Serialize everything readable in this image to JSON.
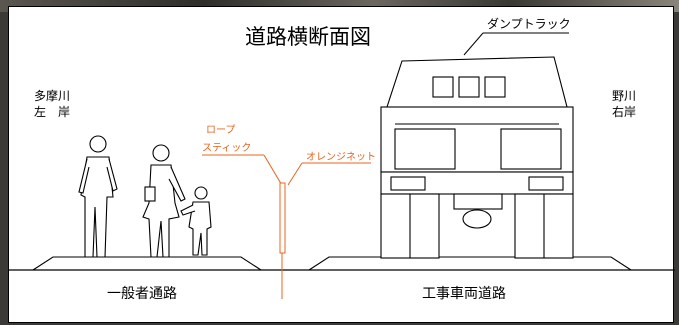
{
  "title": "道路横断面図",
  "labels": {
    "truck": "ダンプトラック",
    "left_bank_line1": "多摩川",
    "left_bank_line2": "左　岸",
    "right_bank_line1": "野川",
    "right_bank_line2": "右岸",
    "rope_line1": "ロープ",
    "rope_line2": "スティック",
    "orange_net": "オレンジネット",
    "pedestrian_road": "一般者通路",
    "construction_road": "工事車両道路"
  },
  "colors": {
    "annotation": "#e8641e",
    "line": "#000000",
    "background": "#ffffff"
  }
}
